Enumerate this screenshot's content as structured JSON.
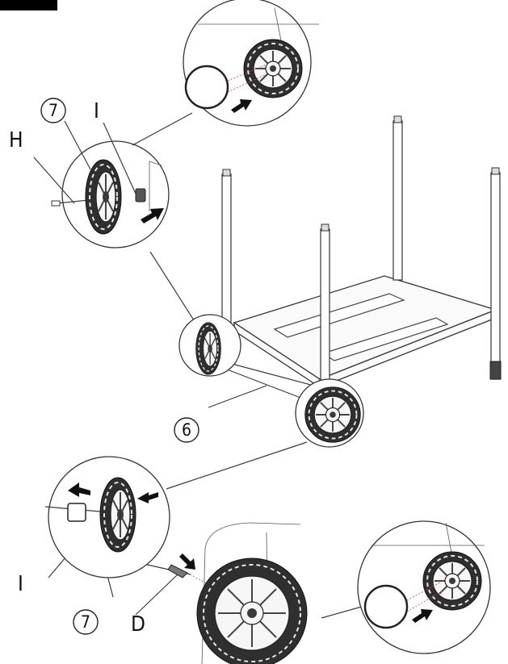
{
  "labels": {
    "wheel_top": "7",
    "axle_bolt": "H",
    "nut_top": "I",
    "bottom_frame": "6",
    "nut_bottom": "I",
    "wheel_bottom": "7",
    "pin": "D"
  },
  "colors": {
    "line": "#333333",
    "tire": "#2f2f2f",
    "arrow": "#111111",
    "step_tab": "#000000"
  },
  "icons": [
    "arrow-right-icon",
    "arrow-left-icon",
    "arrow-down-right-icon"
  ]
}
